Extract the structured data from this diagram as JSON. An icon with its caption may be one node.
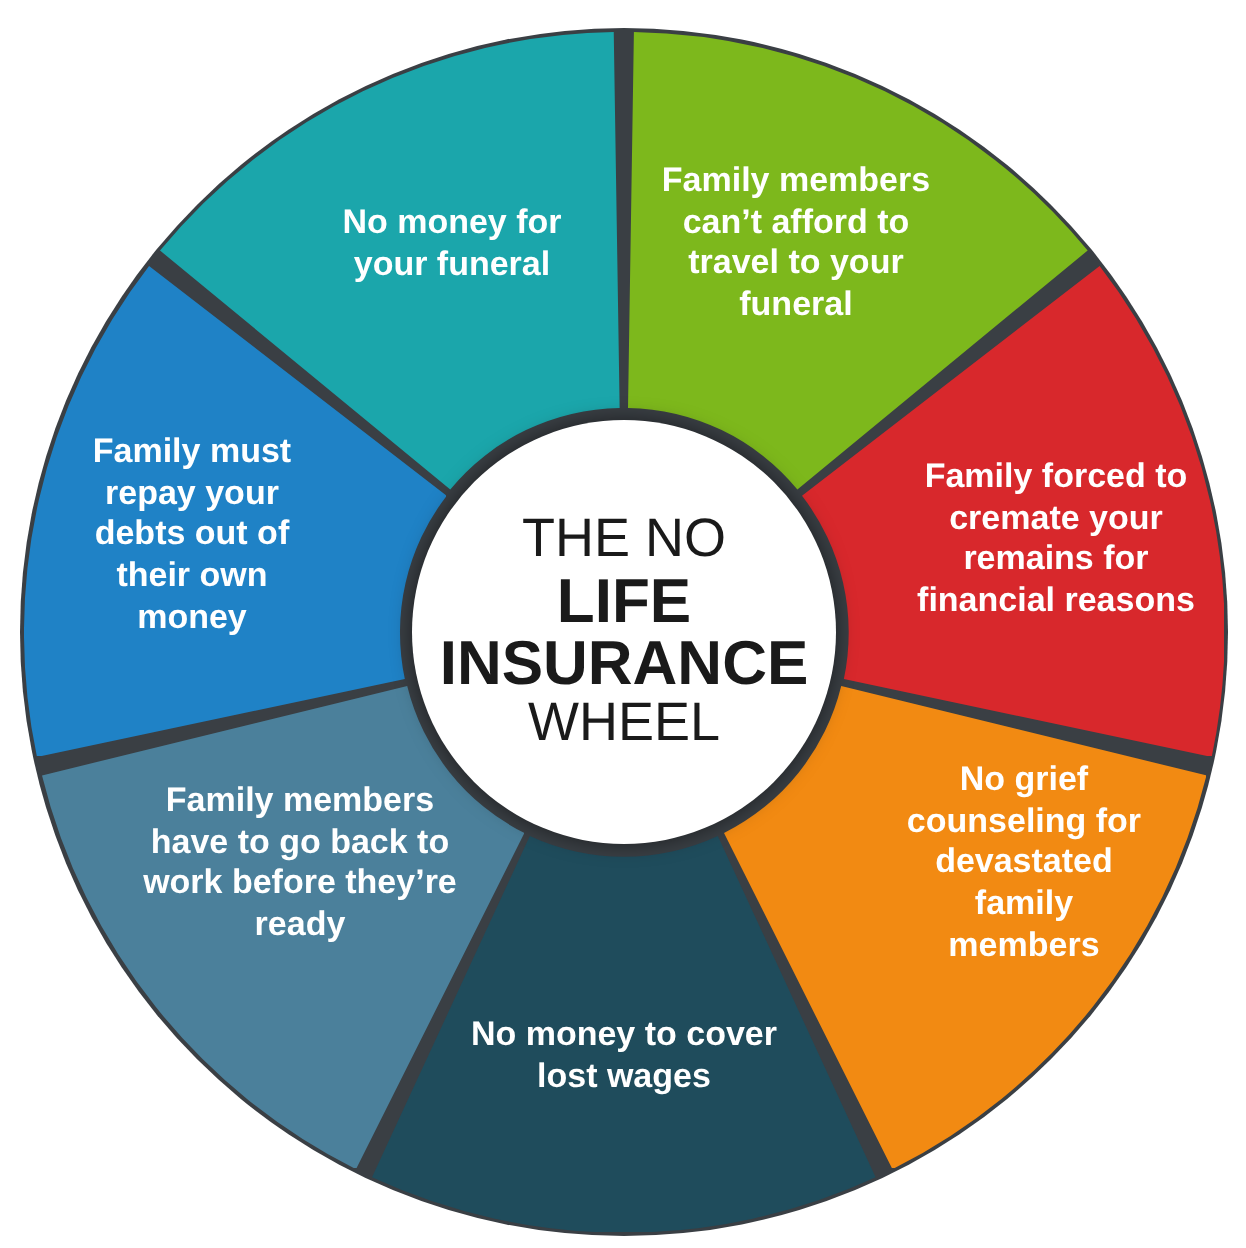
{
  "diagram": {
    "nodes": [
      {
        "text": [
          "THE NO",
          "LIFE INSURANCE",
          "WHEEL"
        ]
      },
      {
        "text": [
          "No money for your funeral"
        ]
      },
      {
        "text": [
          "Family members can’t afford to travel to your funeral"
        ]
      },
      {
        "text": [
          "Family forced to cremate your remains for financial reasons"
        ]
      },
      {
        "text": [
          "No grief counseling for devastated family members"
        ]
      },
      {
        "text": [
          "No money to cover lost wages"
        ]
      },
      {
        "text": [
          "Family members have to go back to work before they’re ready"
        ]
      },
      {
        "text": [
          "Family must repay your debts out of their own money"
        ]
      }
    ]
  }
}
